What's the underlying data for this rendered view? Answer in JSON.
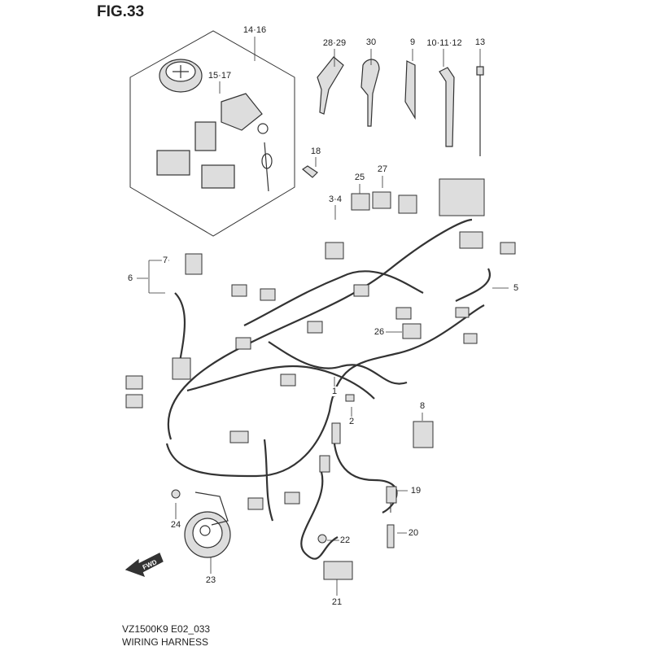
{
  "figure_title": "FIG.33",
  "footer": {
    "code": "VZ1500K9 E02_033",
    "name": "WIRING HARNESS"
  },
  "fwd_label": "FWD",
  "callouts": {
    "c14_16": "14·16",
    "c15_17": "15·17",
    "c18": "18",
    "c28_29": "28·29",
    "c30": "30",
    "c9": "9",
    "c10_11_12": "10·11·12",
    "c13": "13",
    "c25": "25",
    "c27": "27",
    "c3_4": "3·4",
    "c7": "7",
    "c6": "6",
    "c5": "5",
    "c26": "26",
    "c8": "8",
    "c1": "1",
    "c2": "2",
    "c19": "19",
    "c20": "20",
    "c22": "22",
    "c24": "24",
    "c23": "23",
    "c21": "21"
  }
}
